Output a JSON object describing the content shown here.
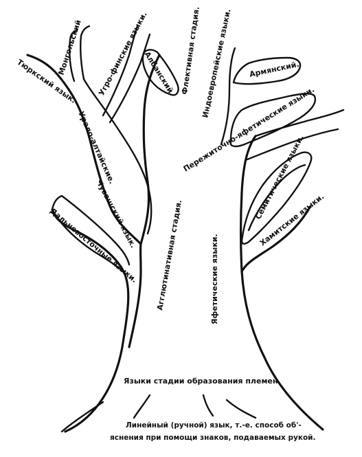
{
  "labels": {
    "turkic": "Тюркский язык.",
    "mongolian": "Монгольский",
    "finno_ugric": "Угро-финские языки.",
    "albanian": "Албанский.",
    "flective": "Флективная стадия.",
    "indo_european": "Индоевропейские языки.",
    "armenian": "Армянский.",
    "ural_altaic": "Урало-алтайские.",
    "chuvash": "Чувашский язык.",
    "far_eastern": "Дальневосточные языки.",
    "agglutinative": "Агглютинативная стадия.",
    "japhetic": "Яфетические языки.",
    "japhetic_remnant": "Пережиточно-яфетические языки.",
    "semitic": "Семитические языки.",
    "hamitic": "Хамитские языки.",
    "tribal": "Языки стадии образования племен.",
    "linear_line1": "Линейный (ручной) язык, т.-е. способ об'-",
    "linear_line2": "яснения при помощи знаков, подаваемых рукой."
  }
}
